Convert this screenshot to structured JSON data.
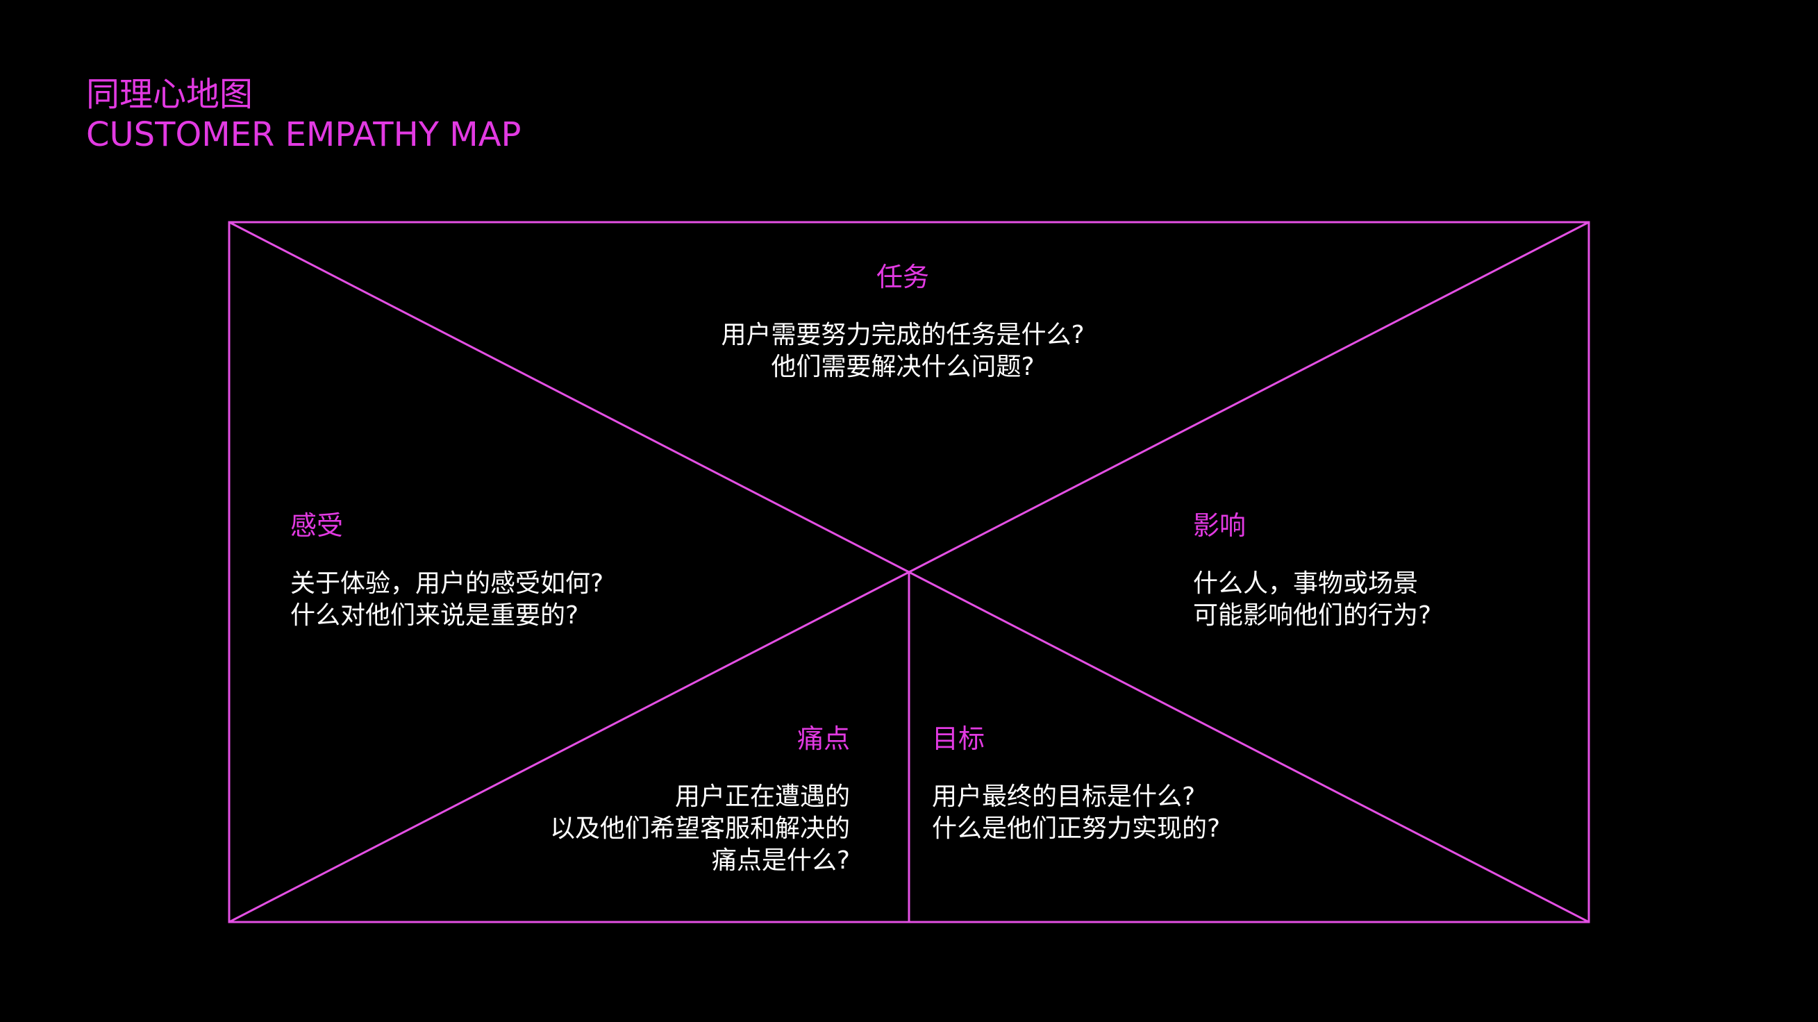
{
  "header": {
    "title_cn": "同理心地图",
    "title_en": "CUSTOMER EMPATHY MAP"
  },
  "colors": {
    "accent": "#e23ae2",
    "line": "#e450e4",
    "background": "#000000",
    "text": "#ffffff"
  },
  "sections": {
    "task": {
      "heading": "任务",
      "lines": [
        "用户需要努力完成的任务是什么?",
        "他们需要解决什么问题?"
      ]
    },
    "feel": {
      "heading": "感受",
      "lines": [
        "关于体验，用户的感受如何?",
        "什么对他们来说是重要的?"
      ]
    },
    "impact": {
      "heading": "影响",
      "lines": [
        "什么人，事物或场景",
        "可能影响他们的行为?"
      ]
    },
    "pain": {
      "heading": "痛点",
      "lines": [
        "用户正在遭遇的",
        "以及他们希望客服和解决的",
        "痛点是什么?"
      ]
    },
    "goal": {
      "heading": "目标",
      "lines": [
        "用户最终的目标是什么?",
        "什么是他们正努力实现的?"
      ]
    }
  }
}
